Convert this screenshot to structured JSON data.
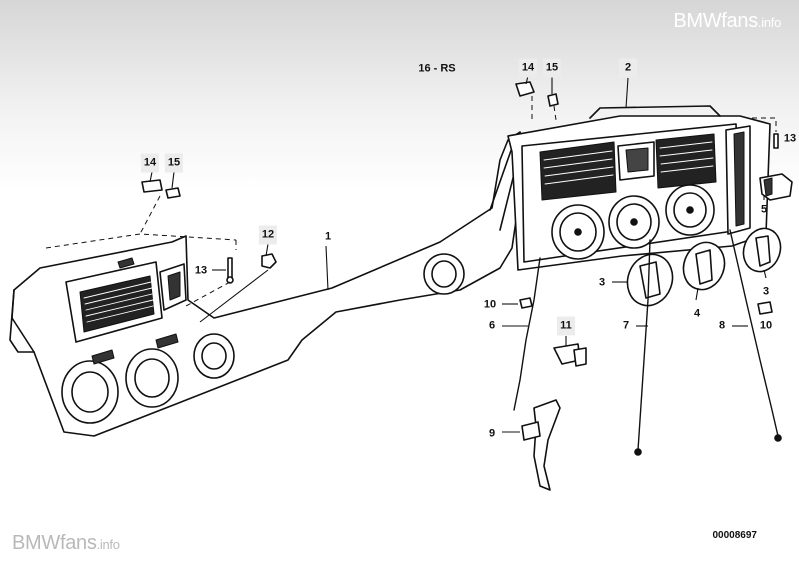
{
  "watermark": {
    "brand": "BMWfans",
    "tld": ".info"
  },
  "document_number": "00008697",
  "callouts": {
    "c1": "1",
    "c2": "2",
    "c3a": "3",
    "c3b": "3",
    "c4": "4",
    "c5": "5",
    "c6": "6",
    "c7": "7",
    "c8": "8",
    "c9": "9",
    "c10a": "10",
    "c10b": "10",
    "c11": "11",
    "c12": "12",
    "c13a": "13",
    "c13b": "13",
    "c14a": "14",
    "c14b": "14",
    "c15a": "15",
    "c15b": "15",
    "c16": "16 - RS"
  }
}
